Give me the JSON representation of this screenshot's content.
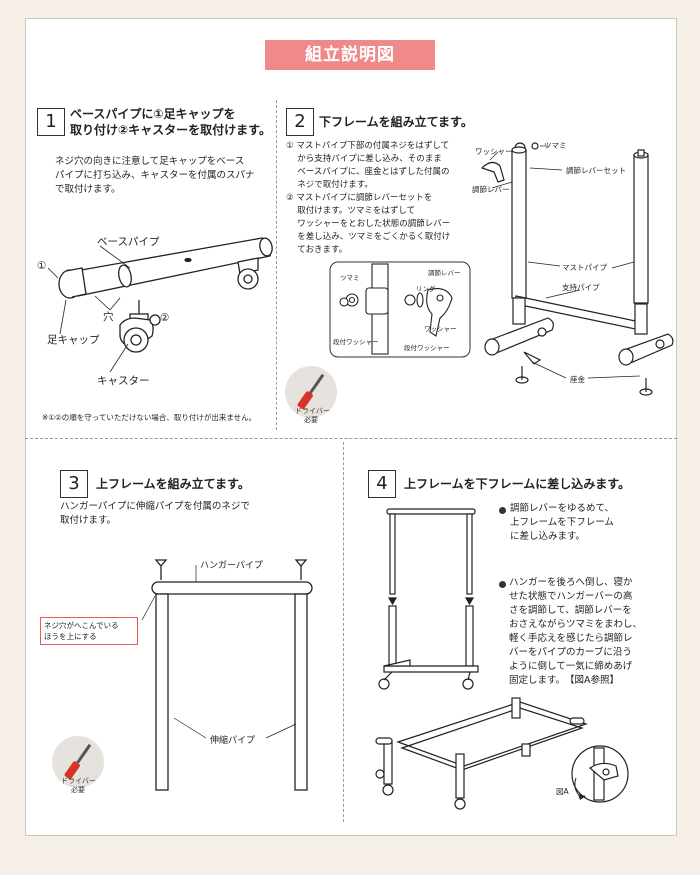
{
  "title": "組立説明図",
  "colors": {
    "accent": "#f08a8a",
    "background": "#f5efe8",
    "screwdriver": "#d9322a"
  },
  "steps": [
    {
      "num": "1",
      "title_lines": [
        "ベースパイプに①足キャップを",
        "取り付け②キャスターを取付けます。"
      ],
      "desc_lines": [
        "ネジ穴の向きに注意して足キャップをベース",
        "パイプに打ち込み、キャスターを付属のスパナ",
        "で取付けます。"
      ],
      "labels": {
        "base_pipe": "ベースパイプ",
        "mark1": "①",
        "mark2": "②",
        "hole": "穴",
        "foot_cap": "足キャップ",
        "caster": "キャスター"
      },
      "note": "※①②の順を守っていただけない場合、取り付けが出来ません。"
    },
    {
      "num": "2",
      "title_lines": [
        "下フレームを組み立てます。"
      ],
      "desc_lines": [
        "① マストパイプ下部の付属ネジをはずして",
        "　 から支持パイプに差し込み、そのまま",
        "　 ベースパイプに、座金とはずした付属の",
        "　 ネジで取付けます。",
        "② マストパイプに調節レバーセットを",
        "　 取付けます。ツマミをはずして",
        "　 ワッシャーをとおした状態の調節レバー",
        "　 を差し込み、ツマミをごくかるく取付け",
        "　 ておきます。"
      ],
      "detail_labels": {
        "tsumami": "ツマミ",
        "lever": "調節レバー",
        "ring": "リング",
        "washer": "ワッシャー",
        "step_washer_left": "段付ワッシャー",
        "step_washer_right": "段付ワッシャー"
      },
      "labels": {
        "washer": "ワッシャー",
        "tsumami": "ツマミ",
        "lever_set": "調節レバーセット",
        "lever": "調節レバー",
        "mast_pipe": "マストパイプ",
        "support_pipe": "支持パイプ",
        "zagane": "座金"
      }
    },
    {
      "num": "3",
      "title_lines": [
        "上フレームを組み立てます。"
      ],
      "desc_lines": [
        "ハンガーパイプに伸縮パイプを付属のネジで",
        "取付けます。"
      ],
      "labels": {
        "hanger_pipe": "ハンガーパイプ",
        "note1": "ネジ穴がへこんでいる",
        "note2": "ほうを上にする",
        "telescopic": "伸縮パイプ"
      }
    },
    {
      "num": "4",
      "title_lines": [
        "上フレームを下フレームに差し込みます。"
      ],
      "bullet1_lines": [
        "調節レバーをゆるめて、",
        "上フレームを下フレーム",
        "に差し込みます。"
      ],
      "bullet2_lines": [
        "ハンガーを後ろへ倒し、寝か",
        "せた状態でハンガーバーの高",
        "さを調節して、調節レバーを",
        "おさえながらツマミをまわし、",
        "軽く手応えを感じたら調節レ",
        "バーをパイプのカーブに沿う",
        "ように倒して一気に締めあげ",
        "固定します。　【図A参照】"
      ],
      "fig_label": "図A"
    }
  ],
  "driver": {
    "line1": "ドライバー",
    "line2": "必要"
  }
}
